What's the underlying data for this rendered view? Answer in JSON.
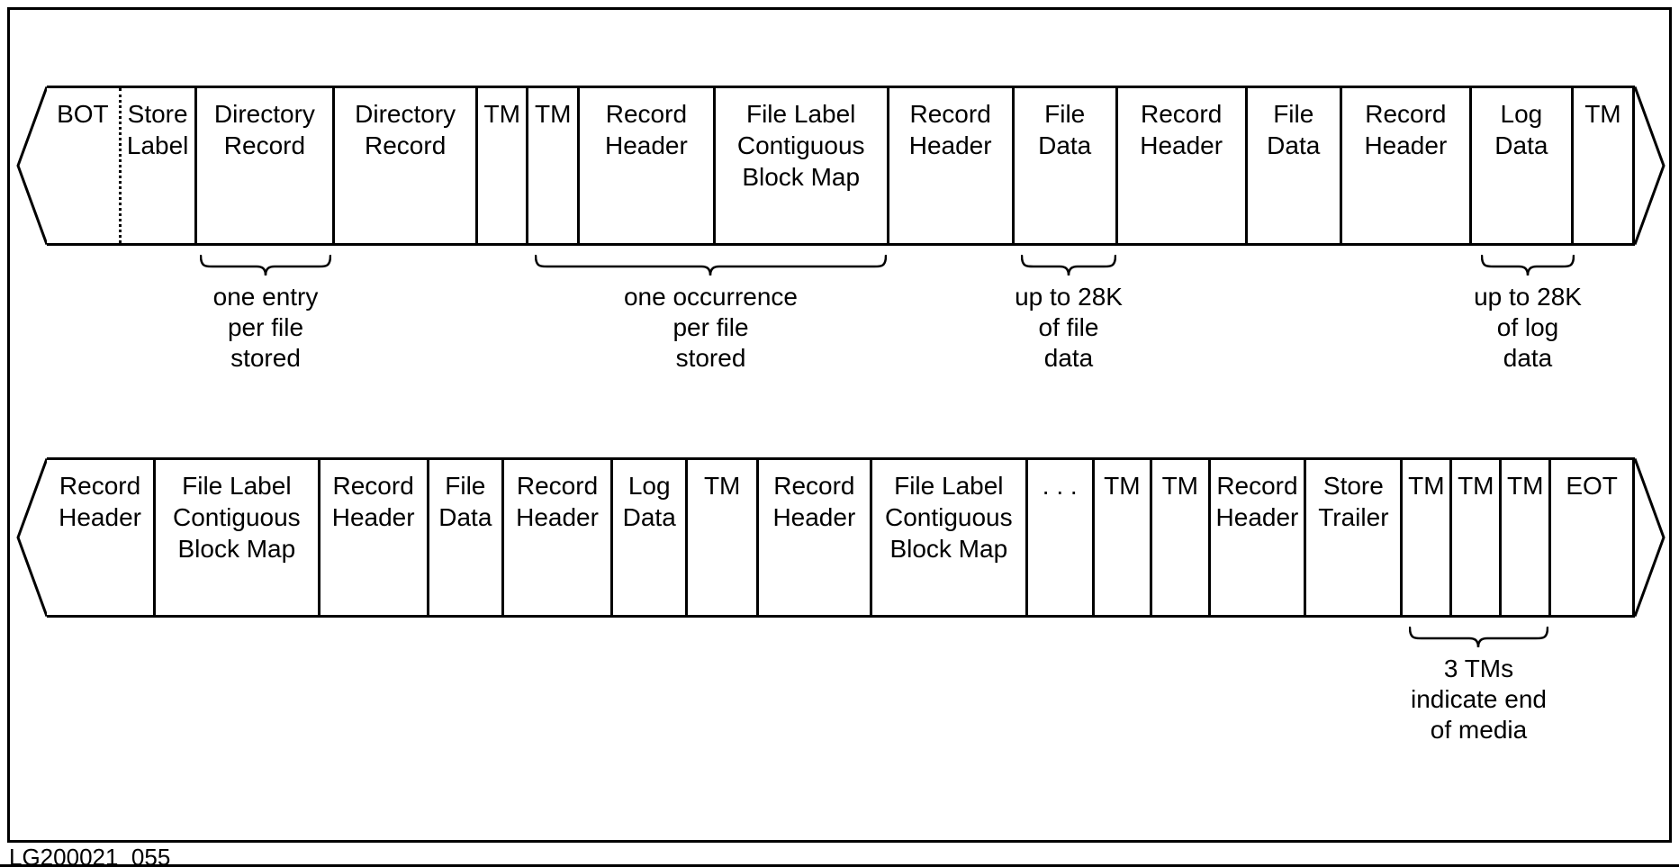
{
  "caption": "LG200021_055",
  "row1": {
    "cells": [
      {
        "label": "BOT"
      },
      {
        "label": "Store\nLabel"
      },
      {
        "label": "Directory\nRecord"
      },
      {
        "label": "Directory\nRecord"
      },
      {
        "label": "TM"
      },
      {
        "label": "TM"
      },
      {
        "label": "Record\nHeader"
      },
      {
        "label": "File Label\nContiguous\nBlock Map"
      },
      {
        "label": "Record\nHeader"
      },
      {
        "label": "File\nData"
      },
      {
        "label": "Record\nHeader"
      },
      {
        "label": "File\nData"
      },
      {
        "label": "Record\nHeader"
      },
      {
        "label": "Log\nData"
      },
      {
        "label": "TM"
      }
    ]
  },
  "row2": {
    "cells": [
      {
        "label": "Record\nHeader"
      },
      {
        "label": "File Label\nContiguous\nBlock Map"
      },
      {
        "label": "Record\nHeader"
      },
      {
        "label": "File\nData"
      },
      {
        "label": "Record\nHeader"
      },
      {
        "label": "Log\nData"
      },
      {
        "label": "TM"
      },
      {
        "label": "Record\nHeader"
      },
      {
        "label": "File Label\nContiguous\nBlock Map"
      },
      {
        "label": ". . ."
      },
      {
        "label": "TM"
      },
      {
        "label": "TM"
      },
      {
        "label": "Record\nHeader"
      },
      {
        "label": "Store\nTrailer"
      },
      {
        "label": "TM"
      },
      {
        "label": "TM"
      },
      {
        "label": "TM"
      },
      {
        "label": "EOT"
      }
    ]
  },
  "annotations": {
    "one_entry": "one entry\nper file\nstored",
    "one_occurrence": "one occurrence\nper file\nstored",
    "file_data_28k": "up to 28K\nof file\ndata",
    "log_data_28k": "up to 28K\nof log\ndata",
    "three_tms": "3 TMs\nindicate end\nof media"
  }
}
